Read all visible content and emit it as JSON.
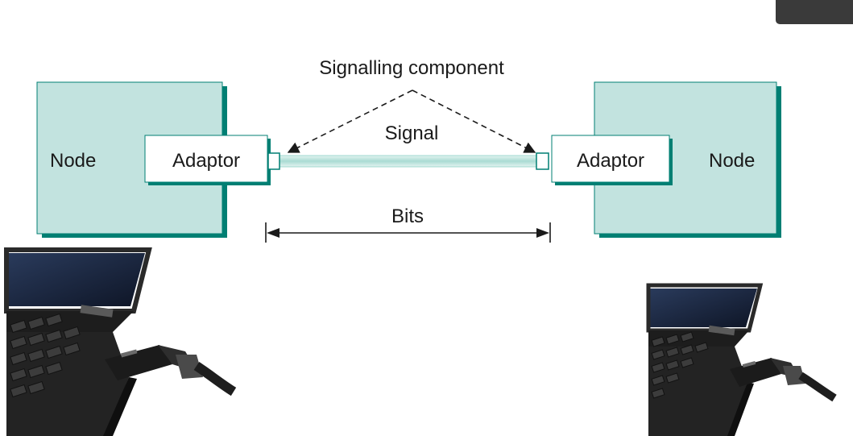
{
  "diagram": {
    "caption_top": "Signalling component",
    "signal_label": "Signal",
    "bits_label": "Bits",
    "left": {
      "node_label": "Node",
      "adaptor_label": "Adaptor"
    },
    "right": {
      "node_label": "Node",
      "adaptor_label": "Adaptor"
    }
  },
  "photos": {
    "left_alt": "laptop-with-usb-ethernet-adaptor",
    "right_alt": "laptop-with-usb-ethernet-adaptor"
  },
  "colors": {
    "node_fill": "#c2e3df",
    "node_edge": "#007f73",
    "cable": "#b5e0da"
  }
}
